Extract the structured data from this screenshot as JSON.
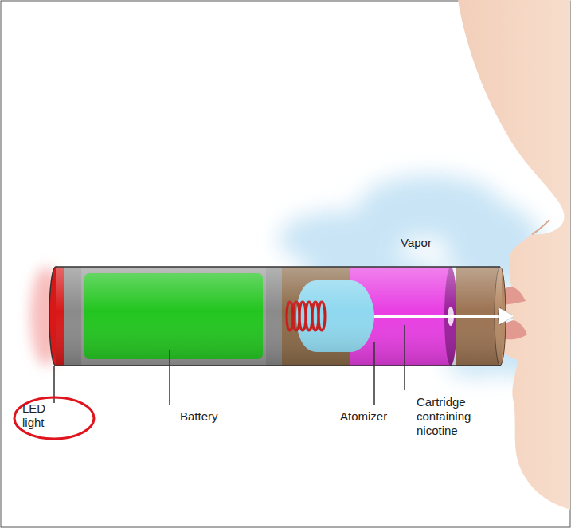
{
  "diagram": {
    "nodes": [
      {
        "text": [
          "LED light"
        ]
      }
    ],
    "labels": [
      "Vapor",
      "Battery",
      "Atomizer",
      "Cartridge containing nicotine"
    ]
  }
}
